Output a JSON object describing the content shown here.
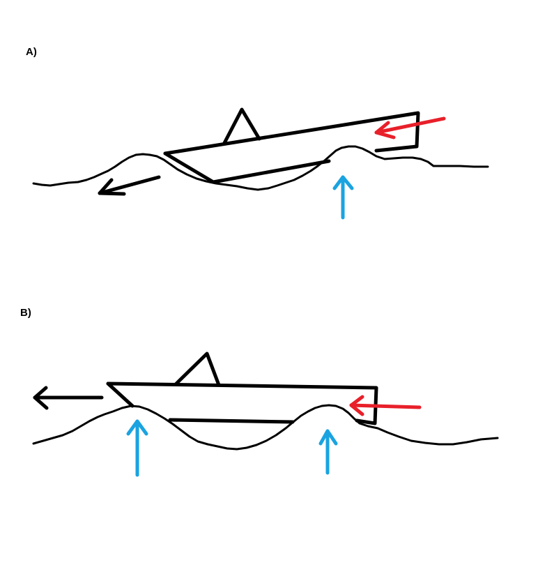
{
  "panels": [
    {
      "label": "A)"
    },
    {
      "label": "B)"
    }
  ],
  "colors": {
    "ink": "#000000",
    "force_red": "#e8202a",
    "lift_blue": "#1aa3e0",
    "background": "#ffffff"
  },
  "icons": {
    "boat": "boat-outline",
    "wave": "wave-line",
    "arrow_motion": "arrow-black",
    "arrow_wave_push": "arrow-red",
    "arrow_lift": "arrow-blue"
  }
}
